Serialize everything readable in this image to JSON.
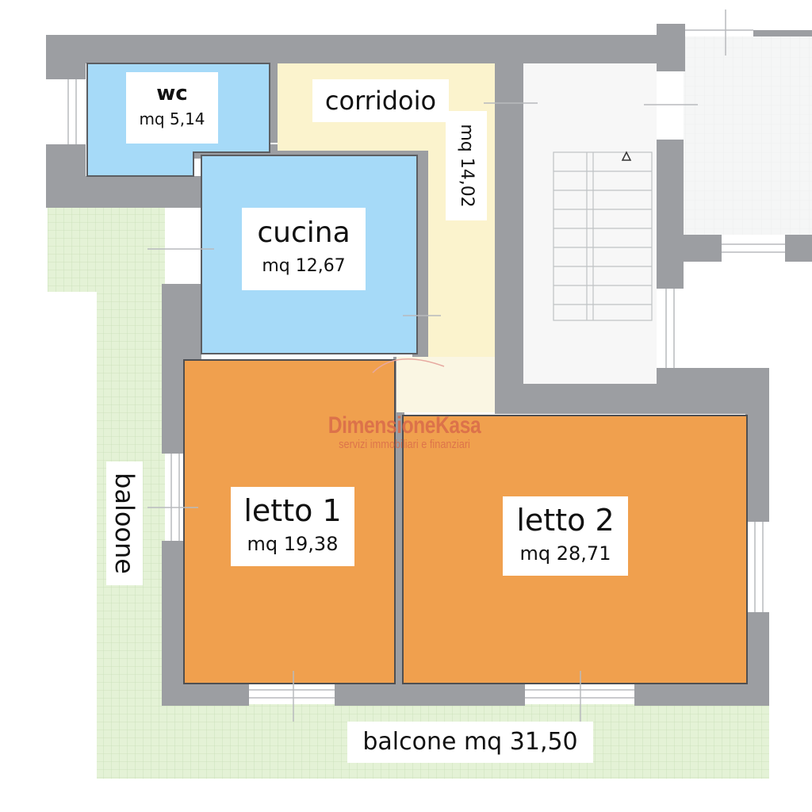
{
  "colors": {
    "wall": "#9c9ea2",
    "wc": "#a6daf8",
    "cucina": "#a6daf8",
    "corridoio": "#fbf3cd",
    "letto": "#f0a04e",
    "balcony": "#e4f2d6",
    "stairs": "#f7f7f7",
    "watermark": "#d96a4a"
  },
  "rooms": {
    "wc": {
      "name": "wc",
      "area": "mq 5,14"
    },
    "corridoio": {
      "name": "corridoio",
      "area": "mq 14,02"
    },
    "cucina": {
      "name": "cucina",
      "area": "mq 12,67"
    },
    "letto1": {
      "name": "letto 1",
      "area": "mq 19,38"
    },
    "letto2": {
      "name": "letto 2",
      "area": "mq 28,71"
    }
  },
  "balconies": {
    "side": "baloone",
    "bottom": "balcone mq 31,50"
  },
  "watermark": {
    "brand": "DimensioneKasa",
    "tagline": "servizi immobiliari e finanziari"
  }
}
